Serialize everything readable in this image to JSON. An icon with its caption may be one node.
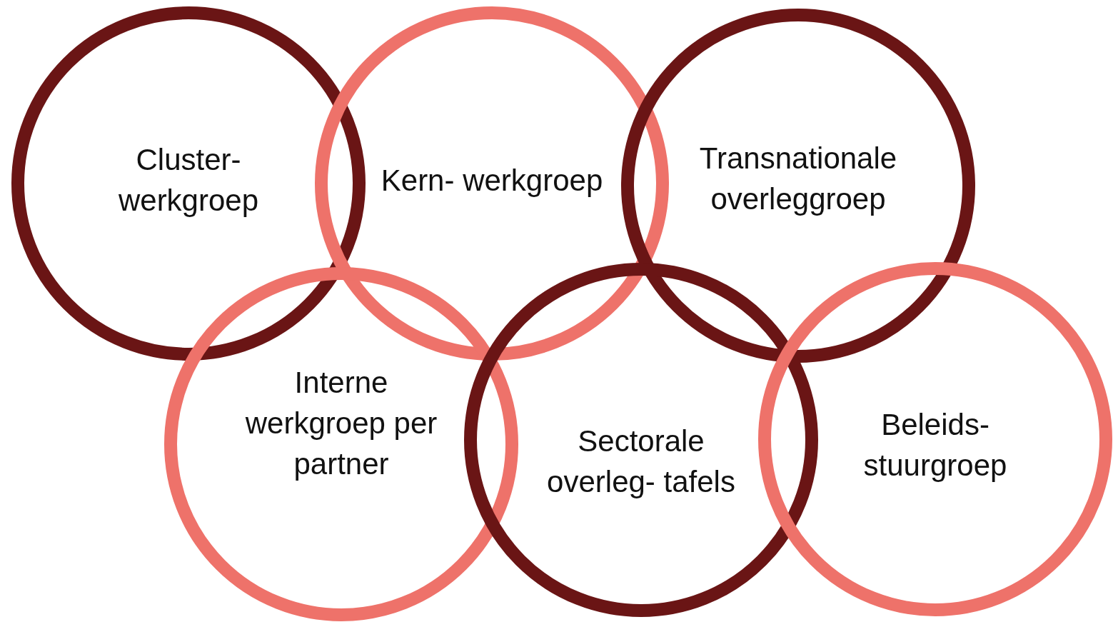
{
  "diagram": {
    "nodes": [
      {
        "text": [
          "Cluster- werkgroep"
        ]
      },
      {
        "text": [
          "Kern- werkgroep"
        ]
      },
      {
        "text": [
          "Transnationale overleggroep"
        ]
      },
      {
        "text": [
          "Interne werkgroep per partner"
        ]
      },
      {
        "text": [
          "Sectorale overleg- tafels"
        ]
      },
      {
        "text": [
          "Beleids- stuurgroep"
        ]
      }
    ]
  }
}
